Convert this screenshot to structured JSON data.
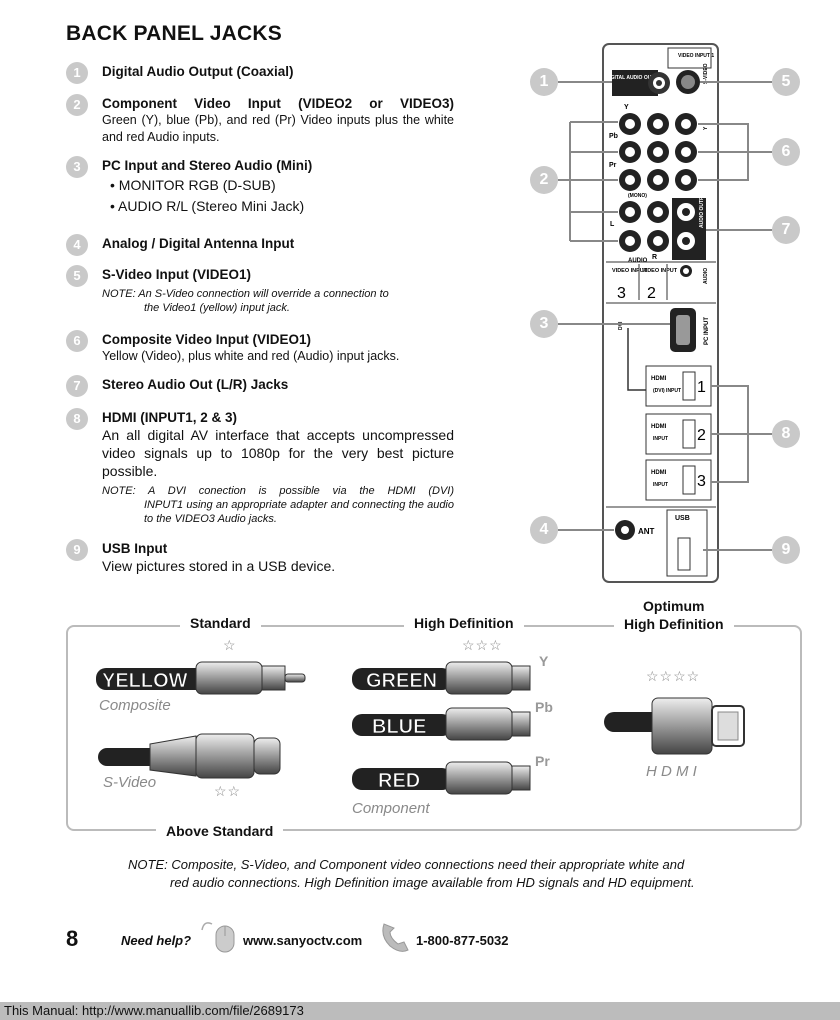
{
  "title": "BACK PANEL JACKS",
  "items": [
    {
      "num": "1",
      "heading": "Digital Audio Output (Coaxial)"
    },
    {
      "num": "2",
      "heading": "Component Video Input (VIDEO2 or VIDEO3)",
      "body": "Green (Y), blue (Pb), and red (Pr) Video inputs plus the white and red Audio inputs."
    },
    {
      "num": "3",
      "heading": "PC Input and Stereo Audio (Mini)",
      "bullets": [
        "• MONITOR RGB (D-SUB)",
        "• AUDIO R/L (Stereo Mini Jack)"
      ]
    },
    {
      "num": "4",
      "heading": "Analog / Digital Antenna Input"
    },
    {
      "num": "5",
      "heading": "S-Video Input (VIDEO1)",
      "note_label": "NOTE",
      "note_text": ": An S-Video connection will override a connection to",
      "note_cont": "the Video1 (yellow) input jack."
    },
    {
      "num": "6",
      "heading": "Composite Video Input (VIDEO1)",
      "body": "Yellow (Video), plus white and red (Audio)  input jacks."
    },
    {
      "num": "7",
      "heading": "Stereo Audio Out (L/R) Jacks"
    },
    {
      "num": "8",
      "heading": "HDMI (INPUT1, 2 & 3)",
      "body": "An all digital AV interface that accepts uncompressed video signals up to 1080p for the very best picture possible.",
      "note_label": "NOTE",
      "note_text": ": A DVI conection is possible via the HDMI (DVI)",
      "note_cont": "INPUT1 using an appropriate adapter and connecting the audio to the VIDEO3 Audio jacks."
    },
    {
      "num": "9",
      "heading": "USB Input",
      "body": "View pictures stored in a USB device."
    }
  ],
  "panel": {
    "video_input_1": "VIDEO INPUT 1",
    "svideo": "S-VIDEO",
    "digital_audio_output": "DIGITAL AUDIO OUTPUT",
    "audio_output": "AUDIO OUTPUT",
    "y": "Y",
    "pb": "Pb",
    "pr": "Pr",
    "l": "L",
    "r": "R",
    "mono": "(MONO)",
    "audio": "AUDIO",
    "video_input_3": "VIDEO INPUT",
    "three": "3",
    "video_input_2": "VIDEO INPUT",
    "two": "2",
    "dvi": "DVI",
    "pc_input": "PC INPUT",
    "hdmi_dvi_input": "(DVI) INPUT",
    "hdmi_input": "INPUT",
    "hdmi_logo": "HDMI",
    "hdmi_nums": [
      "1",
      "2",
      "3"
    ],
    "ant": "ANT",
    "usb": "USB"
  },
  "callouts": [
    "1",
    "2",
    "3",
    "4",
    "5",
    "6",
    "7",
    "8",
    "9"
  ],
  "quality": {
    "standard": "Standard",
    "high_definition": "High Definition",
    "optimum": "Optimum",
    "optimum2": "High Definition",
    "above_standard": "Above Standard",
    "composite": "Composite",
    "svideo": "S-Video",
    "component": "Component",
    "hdmi": "H D M I",
    "yellow": "YELLOW",
    "green": "GREEN",
    "blue": "BLUE",
    "red": "RED",
    "y": "Y",
    "pb": "Pb",
    "pr": "Pr",
    "stars1": "☆",
    "stars2": "☆☆",
    "stars3": "☆☆☆",
    "stars4": "☆☆☆☆"
  },
  "bottom_note_label": "NOTE",
  "bottom_note": ": Composite, S-Video, and Component video connections need their appropriate white and",
  "bottom_note_cont": "red audio connections. High Definition image available from HD signals and HD equipment.",
  "page_number": "8",
  "need_help": "Need help?",
  "website": "www.sanyoctv.com",
  "phone": "1-800-877-5032",
  "footer": "This Manual: http://www.manuallib.com/file/2689173",
  "colors": {
    "callout": "#c9c9c9",
    "panel_line": "#888888",
    "caption": "#8a8a8a"
  }
}
